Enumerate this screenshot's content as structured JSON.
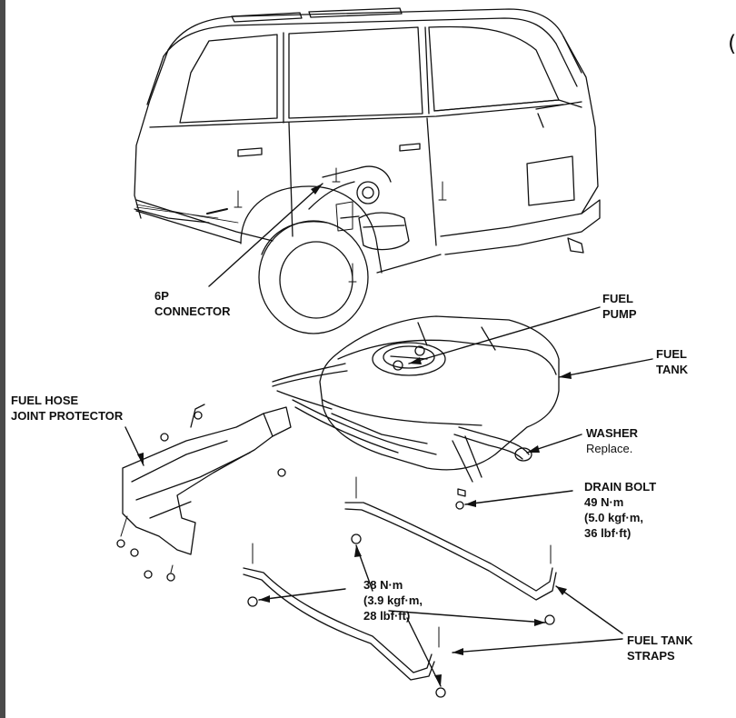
{
  "labels": {
    "connector": {
      "line1": "6P",
      "line2": "CONNECTOR"
    },
    "fuel_pump": {
      "line1": "FUEL",
      "line2": "PUMP"
    },
    "fuel_tank": {
      "line1": "FUEL",
      "line2": "TANK"
    },
    "hose_protector": {
      "line1": "FUEL HOSE",
      "line2": "JOINT PROTECTOR"
    },
    "washer": {
      "line1": "WASHER",
      "line2": "Replace."
    },
    "drain_bolt": {
      "line1": "DRAIN BOLT",
      "line2": "49 N·m",
      "line3": "(5.0 kgf·m,",
      "line4": "36 lbf·ft)"
    },
    "strap_torque": {
      "line1": "38 N·m",
      "line2": "(3.9 kgf·m,",
      "line3": "28 lbf·ft)"
    },
    "straps": {
      "line1": "FUEL TANK",
      "line2": "STRAPS"
    }
  },
  "corner_glyph": "("
}
